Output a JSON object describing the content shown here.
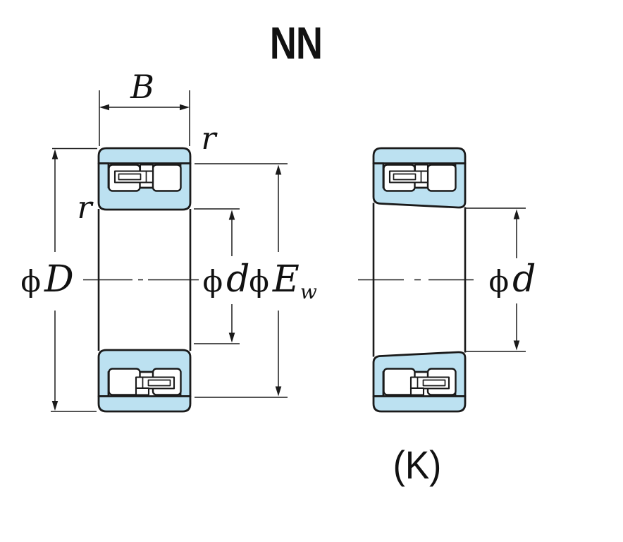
{
  "title": "NN",
  "symbols": {
    "phi": "ϕ"
  },
  "figures": {
    "left": {
      "dim_width": "B",
      "dim_corner_radius_outer": "r",
      "dim_corner_radius_inner": "r",
      "dim_outer_diameter": "D",
      "dim_bore_diameter": "d",
      "dim_raceway_diameter": "E",
      "dim_raceway_subscript": "w"
    },
    "right": {
      "dim_bore_diameter": "d",
      "caption": "(K)"
    }
  },
  "colors": {
    "background": "#ffffff",
    "ring_fill": "#bce1f1",
    "roller_fill": "#ffffff",
    "line": "#1a1a1a"
  }
}
